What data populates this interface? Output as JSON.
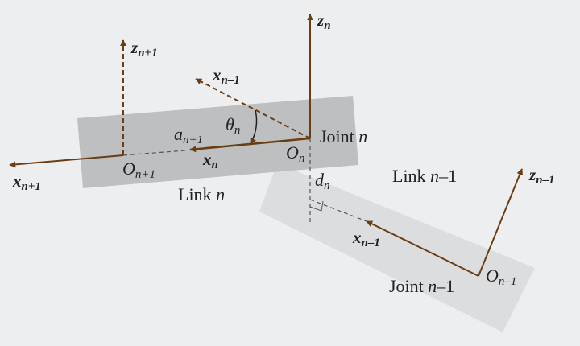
{
  "colors": {
    "background": "#edeef0",
    "link_n_fill": "#bdbfc1",
    "link_n_minus_1_fill": "#dcddde",
    "axis": "#6b3d12",
    "text": "#222222"
  },
  "axes": {
    "z_n": {
      "base": "z",
      "sub": "n"
    },
    "z_n_plus_1": {
      "base": "z",
      "sub": "n+1"
    },
    "z_n_minus_1": {
      "base": "z",
      "sub": "n–1"
    },
    "x_n_minus_1_top": {
      "base": "x",
      "sub": "n–1"
    },
    "x_n_plus_1": {
      "base": "x",
      "sub": "n+1"
    },
    "x_n": {
      "base": "x",
      "sub": "n"
    },
    "x_n_minus_1_lower": {
      "base": "x",
      "sub": "n–1"
    }
  },
  "parameters": {
    "theta": {
      "base": "θ",
      "sub": "n"
    },
    "a": {
      "base": "a",
      "sub": "n+1"
    },
    "d": {
      "base": "d",
      "sub": "n"
    }
  },
  "origins": {
    "o_n": {
      "base": "O",
      "sub": "n"
    },
    "o_n_plus_1": {
      "base": "O",
      "sub": "n+1"
    },
    "o_n_minus_1": {
      "base": "O",
      "sub": "n–1"
    }
  },
  "joints": {
    "joint_n": {
      "prefix": "Joint ",
      "var": "n",
      "suffix": ""
    },
    "joint_n_minus_1": {
      "prefix": "Joint ",
      "var": "n",
      "suffix": "–1"
    }
  },
  "links": {
    "link_n": {
      "prefix": "Link ",
      "var": "n",
      "suffix": ""
    },
    "link_n_minus_1": {
      "prefix": "Link ",
      "var": "n",
      "suffix": "–1"
    }
  }
}
